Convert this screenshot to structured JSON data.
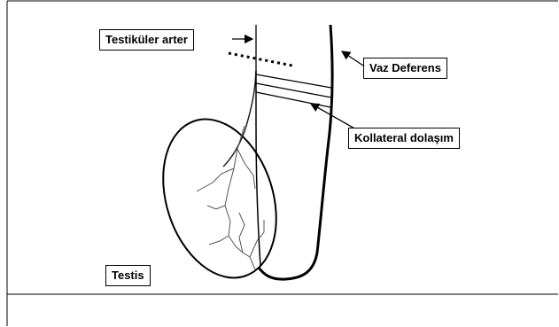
{
  "labels": {
    "artery": "Testiküler arter",
    "vas": "Vaz Deferens",
    "collateral": "Kollateral dolaşım",
    "testis": "Testis"
  },
  "colors": {
    "line": "#000000",
    "vessel": "#555555",
    "background": "#ffffff"
  }
}
